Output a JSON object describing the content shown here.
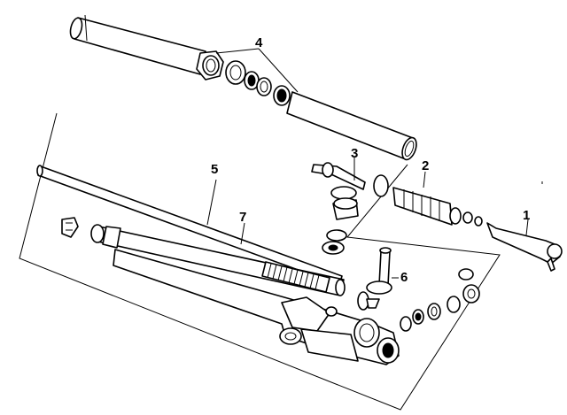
{
  "diagram": {
    "callouts": [
      {
        "id": "c1",
        "label": "1"
      },
      {
        "id": "c2",
        "label": "2"
      },
      {
        "id": "c3",
        "label": "3"
      },
      {
        "id": "c4",
        "label": "4"
      },
      {
        "id": "c5",
        "label": "5"
      },
      {
        "id": "c6",
        "label": "6"
      },
      {
        "id": "c7",
        "label": "7"
      }
    ]
  }
}
